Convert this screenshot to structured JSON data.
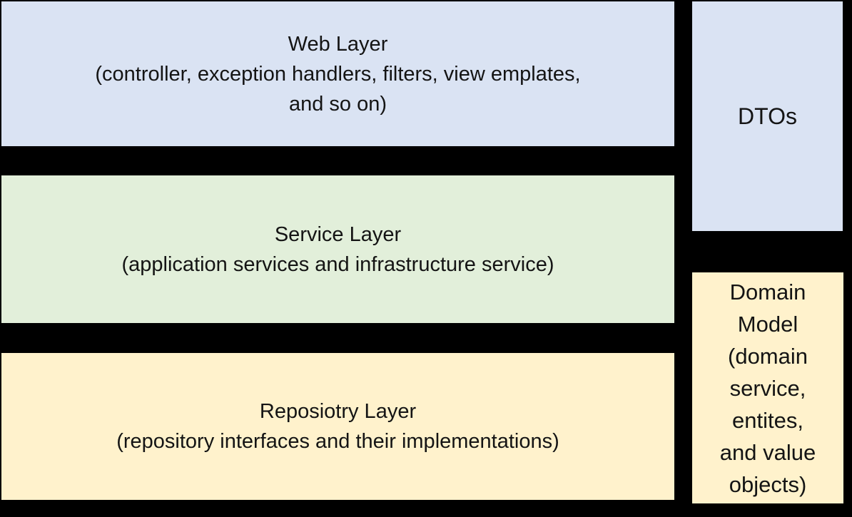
{
  "background": "#000000",
  "text_color": "#141414",
  "boxes": {
    "web_layer": {
      "title": "Web Layer",
      "subtitle_line1": "(controller, exception handlers, filters, view emplates,",
      "subtitle_line2": "and so on)",
      "color": "#DAE3F3"
    },
    "service_layer": {
      "title": "Service Layer",
      "subtitle": "(application services and infrastructure service)",
      "color": "#E2EFDA"
    },
    "repository_layer": {
      "title": "Reposiotry Layer",
      "subtitle": "(repository interfaces and their implementations)",
      "color": "#FFF2CC"
    },
    "dtos": {
      "label": "DTOs",
      "color": "#DAE3F3"
    },
    "domain_model": {
      "lines": [
        "Domain",
        "Model",
        "(domain",
        "service,",
        "entites,",
        "and value",
        "objects)"
      ],
      "color": "#FFF2CC"
    }
  }
}
